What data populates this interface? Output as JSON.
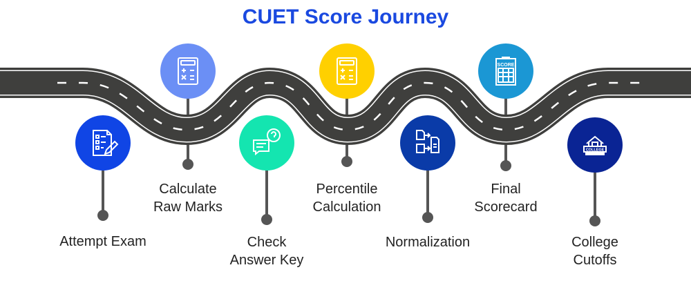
{
  "title": "CUET Score Journey",
  "steps": [
    {
      "label_lines": [
        "Attempt Exam"
      ],
      "icon": "exam-sheet-icon",
      "color": "#1045e5"
    },
    {
      "label_lines": [
        "Calculate",
        "Raw Marks"
      ],
      "icon": "calculator-icon",
      "color": "#6b8ff5"
    },
    {
      "label_lines": [
        "Check",
        "Answer Key"
      ],
      "icon": "question-chat-icon",
      "color": "#14e5b0"
    },
    {
      "label_lines": [
        "Percentile",
        "Calculation"
      ],
      "icon": "calculator-icon",
      "color": "#ffd000"
    },
    {
      "label_lines": [
        "Normalization"
      ],
      "icon": "document-transform-icon",
      "color": "#0a3ba8"
    },
    {
      "label_lines": [
        "Final",
        "Scorecard"
      ],
      "icon": "scorecard-icon",
      "color": "#1b97d4"
    },
    {
      "label_lines": [
        "College",
        "Cutoffs"
      ],
      "icon": "college-icon",
      "color": "#0a2494"
    }
  ],
  "icon_text": {
    "score": "SCORE",
    "college": "COLLEGE"
  },
  "road_color": "#3f3f3d"
}
